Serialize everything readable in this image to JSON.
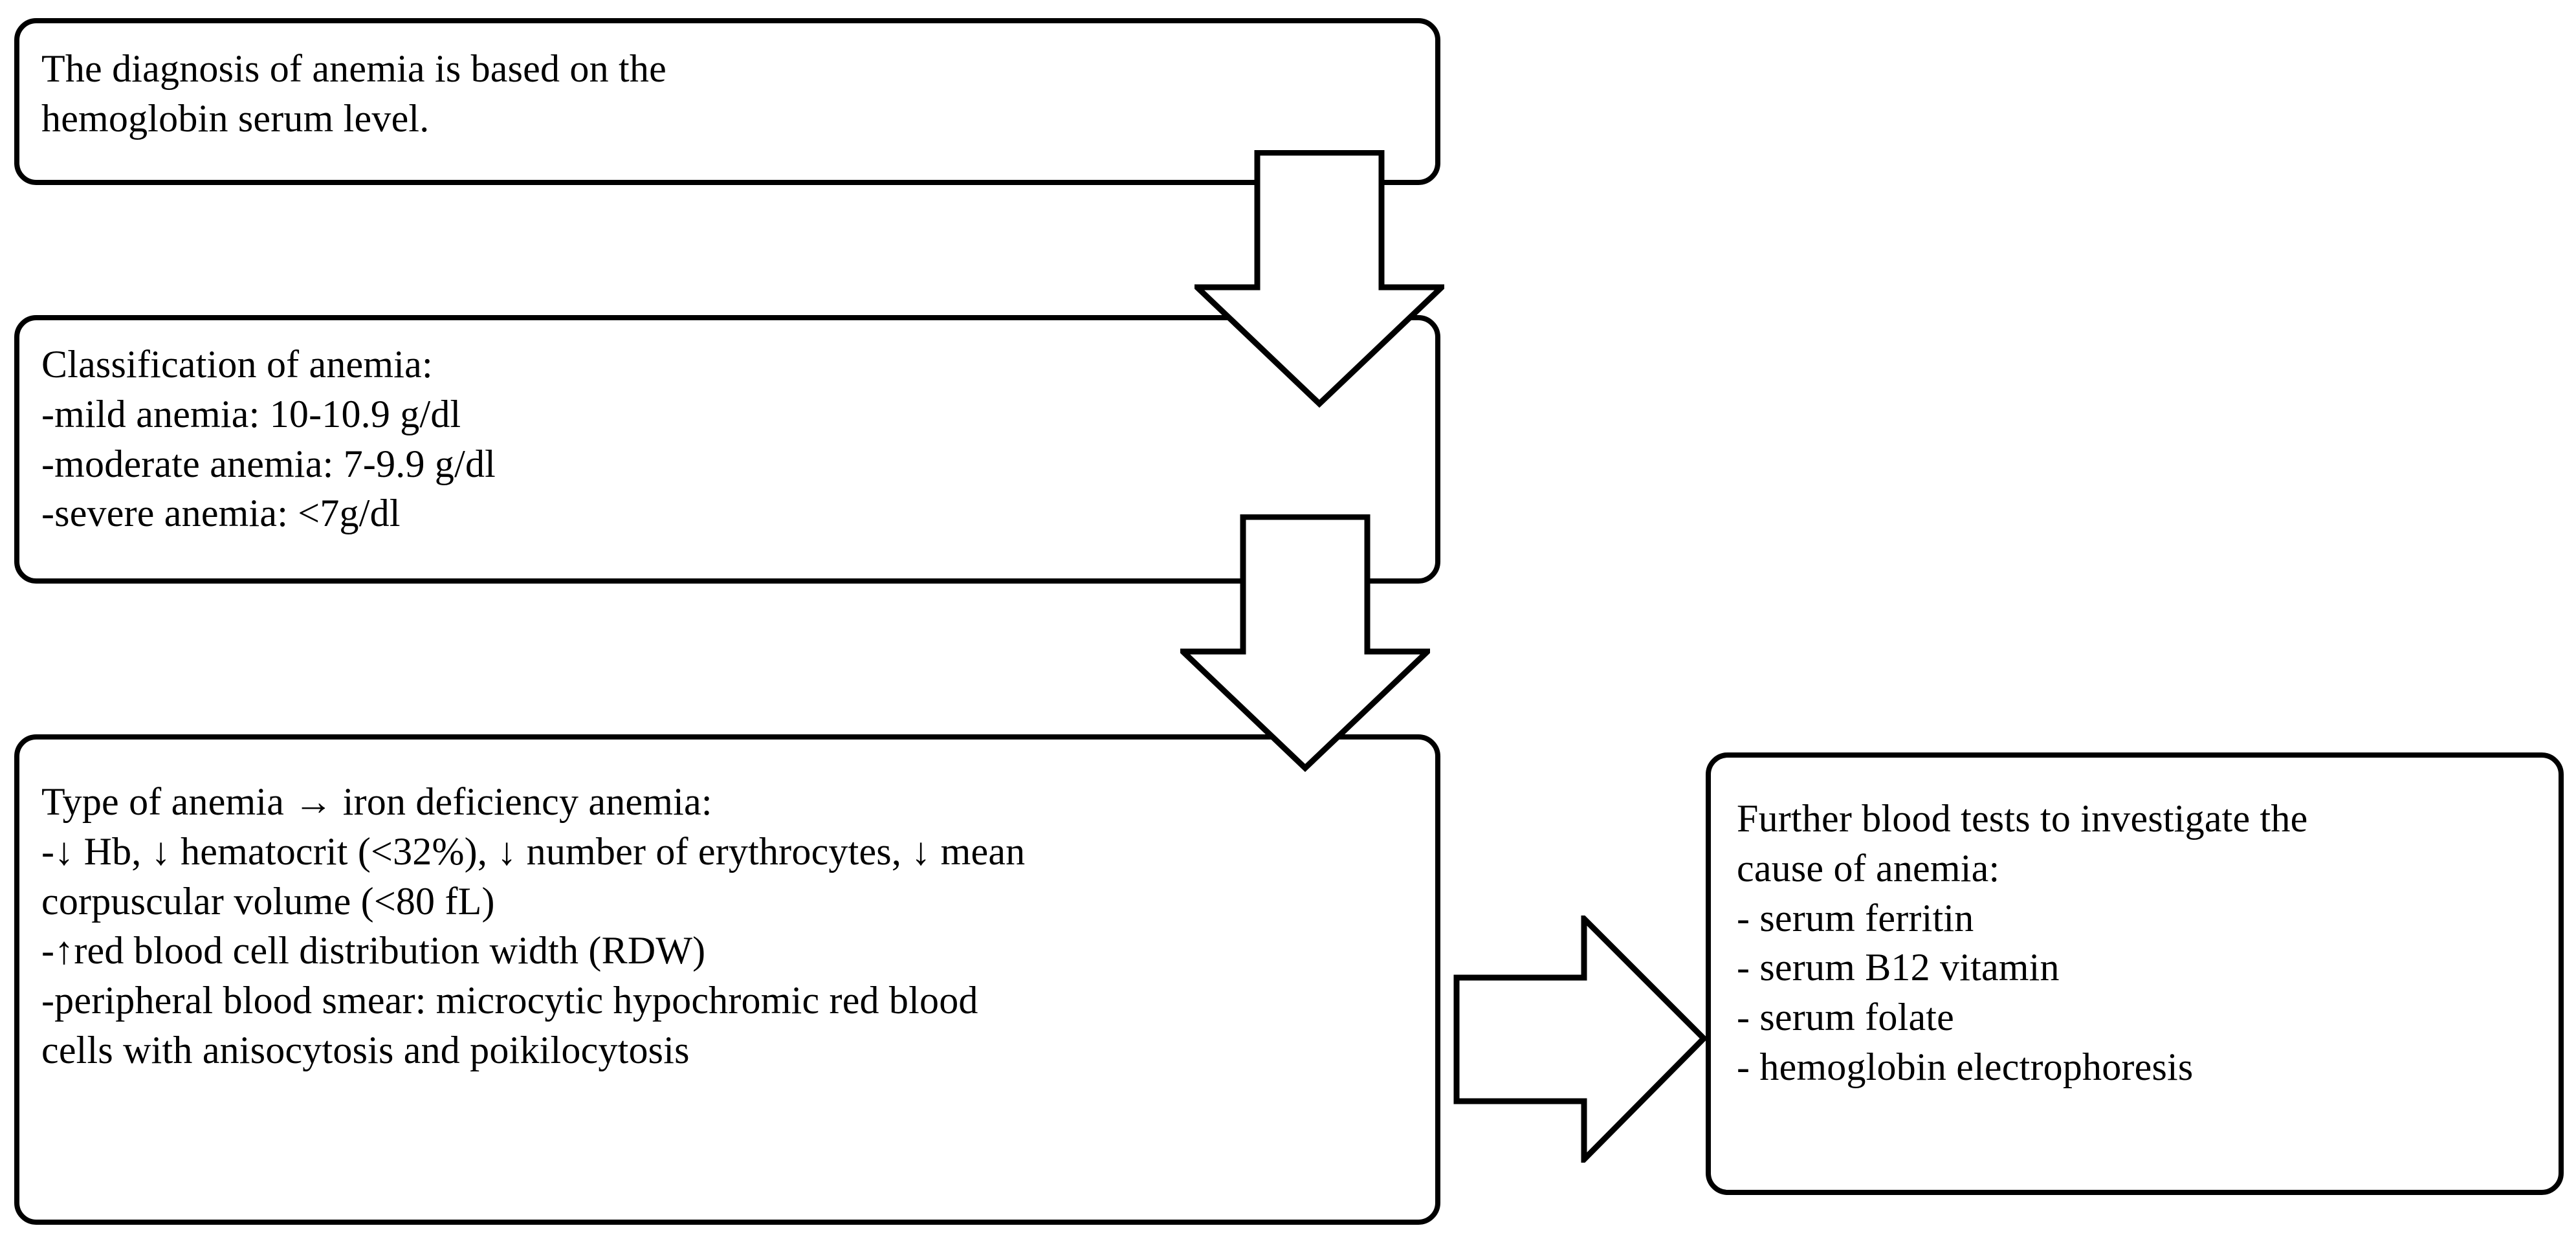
{
  "diagram": {
    "type": "flowchart",
    "title": "Anemia diagnosis and work-up flowchart",
    "background_color": "#ffffff",
    "stroke_color": "#000000",
    "nodes": [
      {
        "id": "diagnosis",
        "text": "The diagnosis of anemia is based on the\nhemoglobin serum level."
      },
      {
        "id": "classification",
        "text": "Classification of anemia:\n-mild anemia: 10-10.9 g/dl\n-moderate anemia: 7-9.9 g/dl\n-severe anemia: <7g/dl"
      },
      {
        "id": "type",
        "text": "Type of anemia → iron deficiency anemia:\n-↓ Hb, ↓ hematocrit (<32%), ↓ number of erythrocytes, ↓ mean\ncorpuscular volume (<80 fL)\n-↑red blood cell distribution width (RDW)\n-peripheral blood smear: microcytic hypochromic red blood\ncells with anisocytosis and poikilocytosis"
      },
      {
        "id": "further",
        "text": "Further blood tests to investigate the\ncause of anemia:\n- serum ferritin\n- serum B12 vitamin\n- serum folate\n- hemoglobin electrophoresis"
      }
    ],
    "connectors": [
      {
        "id": "arrow-1",
        "icon": "arrow-down-icon",
        "direction": "down",
        "from": "diagnosis",
        "to": "classification"
      },
      {
        "id": "arrow-2",
        "icon": "arrow-down-icon",
        "direction": "down",
        "from": "classification",
        "to": "type"
      },
      {
        "id": "arrow-3",
        "icon": "arrow-right-icon",
        "direction": "right",
        "from": "type",
        "to": "further"
      }
    ]
  }
}
